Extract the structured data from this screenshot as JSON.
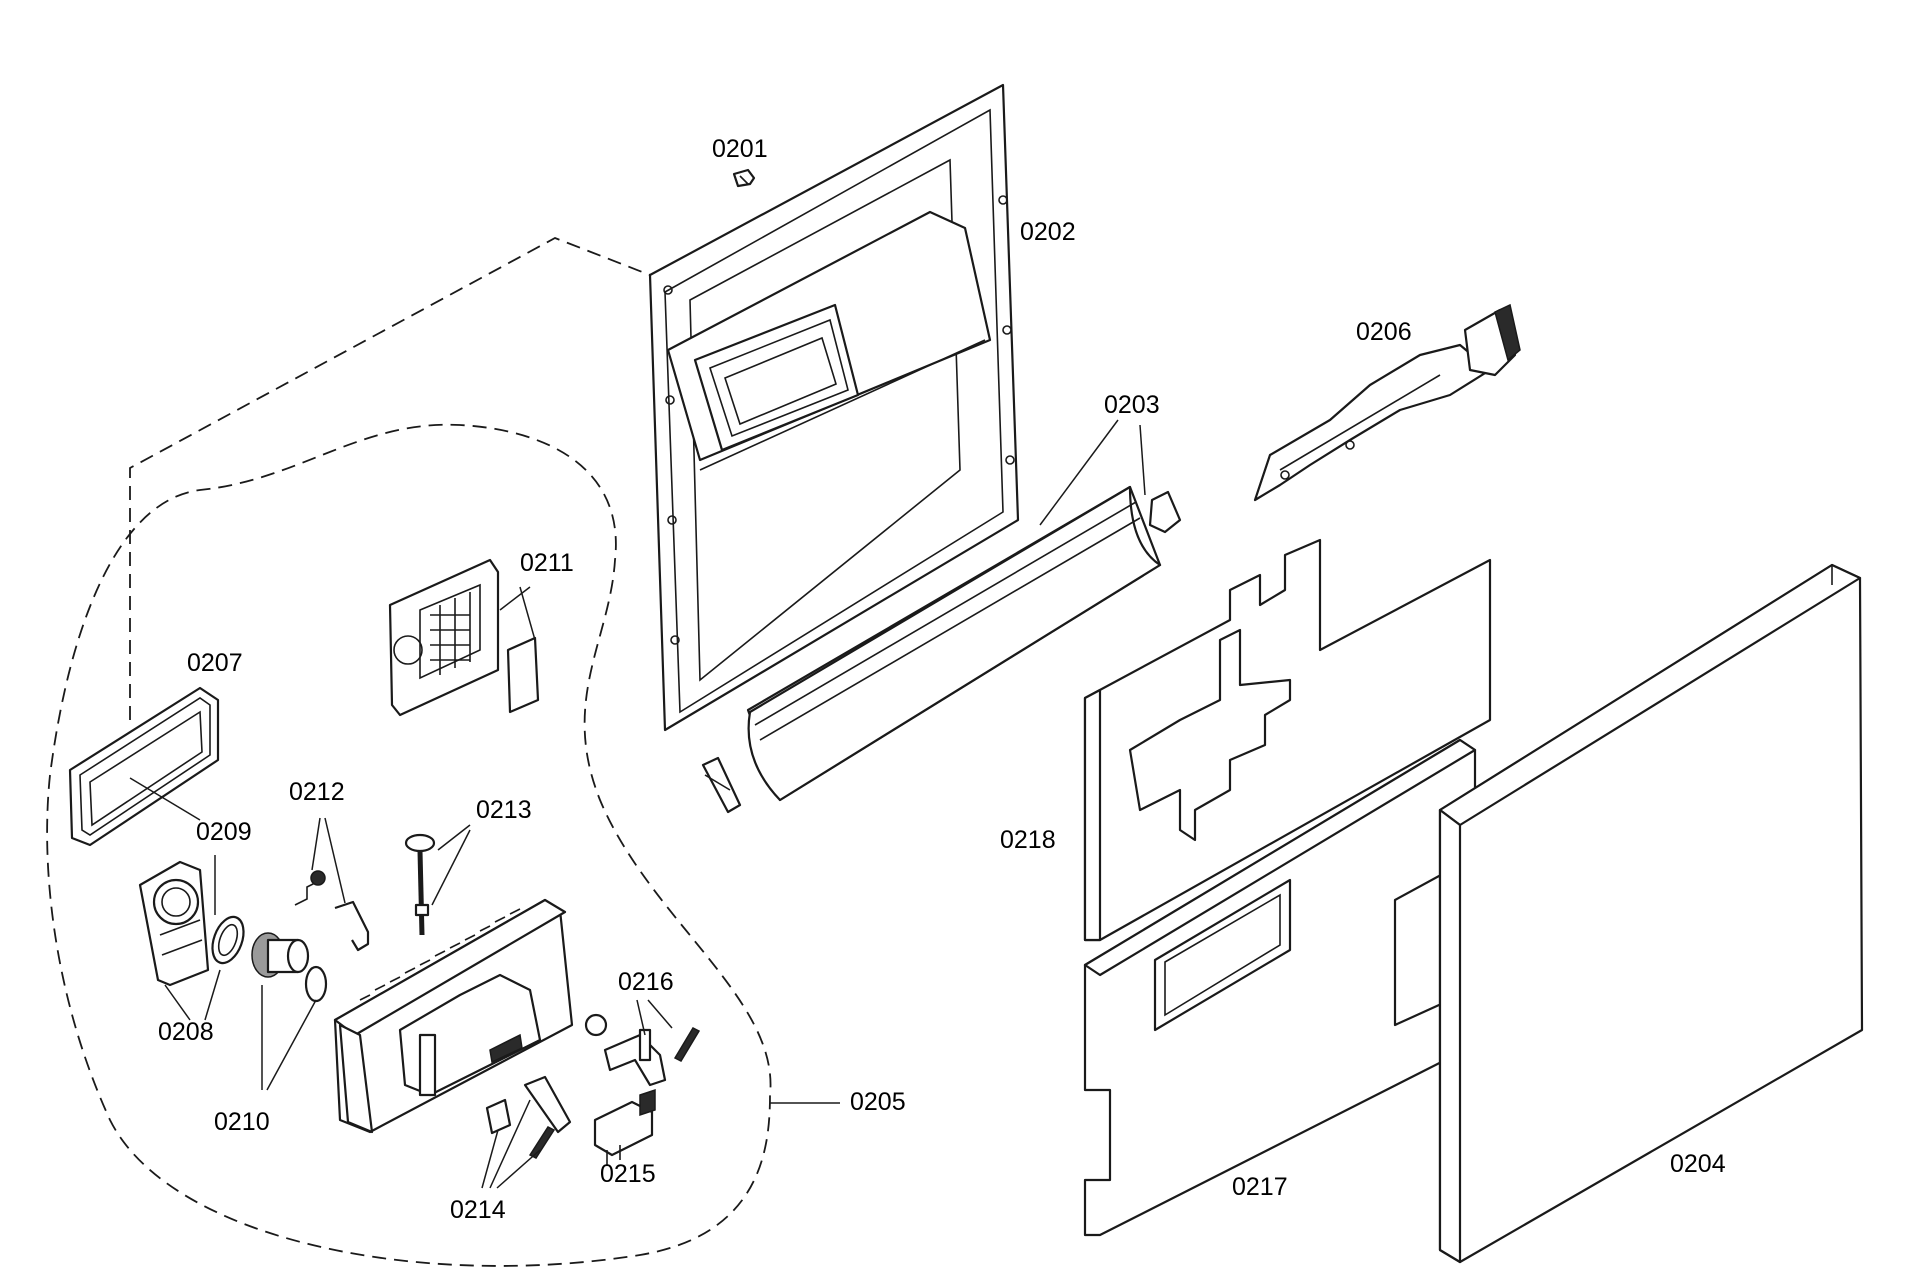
{
  "diagram": {
    "callouts": {
      "c0201": "0201",
      "c0202": "0202",
      "c0203": "0203",
      "c0204": "0204",
      "c0205": "0205",
      "c0206": "0206",
      "c0207": "0207",
      "c0208": "0208",
      "c0209": "0209",
      "c0210": "0210",
      "c0211": "0211",
      "c0212": "0212",
      "c0213": "0213",
      "c0214": "0214",
      "c0215": "0215",
      "c0216": "0216",
      "c0217": "0217",
      "c0218": "0218"
    }
  }
}
